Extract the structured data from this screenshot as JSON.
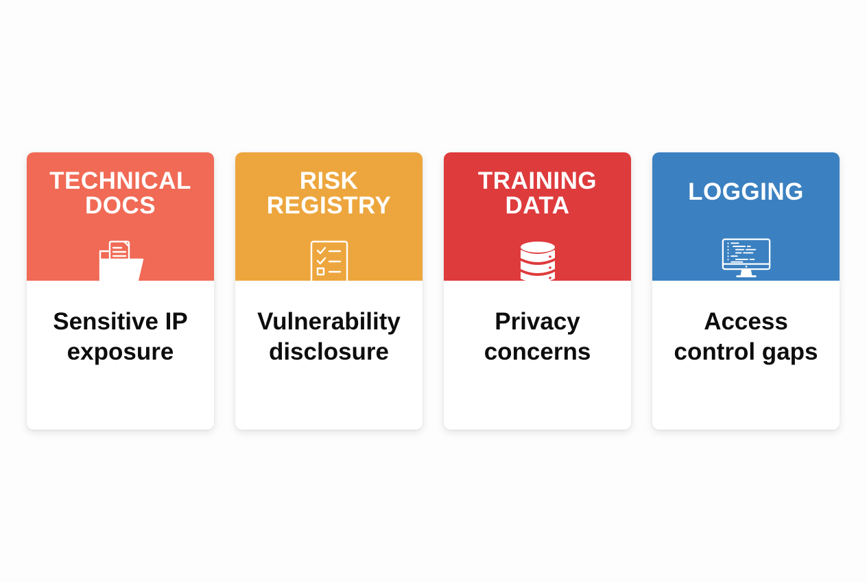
{
  "cards": [
    {
      "title": "TECHNICAL\nDOCS",
      "icon": "folder-document-icon",
      "color": "#F06A55",
      "risk": "Sensitive IP\nexposure"
    },
    {
      "title": "RISK\nREGISTRY",
      "icon": "checklist-icon",
      "color": "#EDA63D",
      "risk": "Vulnerability\ndisclosure"
    },
    {
      "title": "TRAINING\nDATA",
      "icon": "database-icon",
      "color": "#DE3B3D",
      "risk": "Privacy\nconcerns"
    },
    {
      "title": "LOGGING",
      "icon": "monitor-code-icon",
      "color": "#3B81C1",
      "risk": "Access\ncontrol gaps"
    }
  ]
}
